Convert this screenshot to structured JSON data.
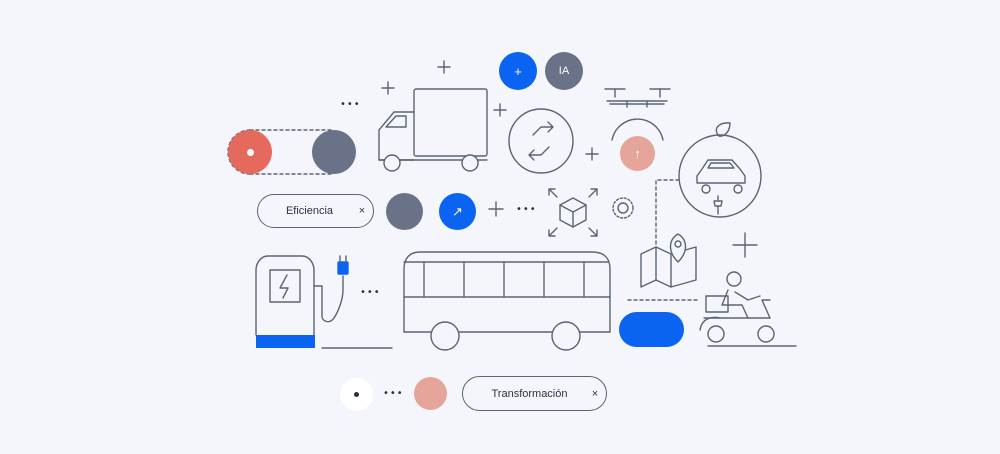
{
  "chips": {
    "efficiency": {
      "label": "Eficiencia",
      "close": "×"
    },
    "transformation": {
      "label": "Transformación",
      "close": "×"
    }
  },
  "badges": {
    "plus": "+",
    "ai": "IA",
    "arrow_up_right": "↗",
    "arrow_up": "↑"
  },
  "ellipsis": "•••",
  "colors": {
    "background": "#f4f6fb",
    "line": "#5b6474",
    "blue": "#0b63f2",
    "slate": "#6a7287",
    "coral": "#e5695c",
    "salmon": "#e6a59a"
  },
  "icons": [
    "truck-icon",
    "bus-icon",
    "charging-station-icon",
    "drone-icon",
    "electric-car-icon",
    "map-pin-icon",
    "delivery-scooter-icon",
    "box-icon",
    "exchange-arrows-icon",
    "sparkle-icon"
  ]
}
